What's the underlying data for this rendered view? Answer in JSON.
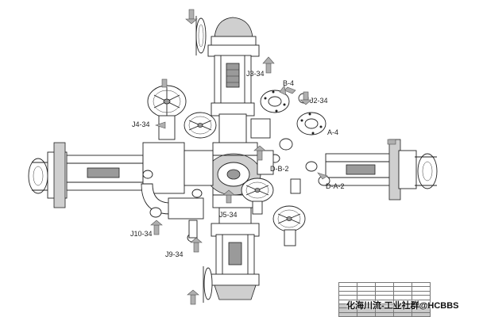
{
  "callouts": {
    "j3": "J3-34",
    "b4": "B-4",
    "j2": "J2-34",
    "a4": "A-4",
    "j4": "J4-34",
    "db2": "D-B-2",
    "da2": "D-A-2",
    "j5": "J5-34",
    "j10": "J10-34",
    "j9": "J9-34"
  },
  "watermark": "化海川流-工业社群@HCBBS",
  "table": {
    "rows": [
      [
        "",
        "",
        "",
        "",
        ""
      ],
      [
        "",
        "",
        "",
        "",
        ""
      ],
      [
        "",
        "",
        "",
        "",
        ""
      ],
      [
        "",
        "",
        "",
        "",
        ""
      ],
      [
        "",
        "",
        "",
        "",
        ""
      ],
      [
        "",
        "",
        "",
        "",
        ""
      ],
      [
        "",
        "",
        "",
        "",
        ""
      ],
      [
        "",
        "",
        "",
        "",
        ""
      ]
    ]
  },
  "colors": {
    "line": "#222222",
    "fill_grey": "#cfcfcf",
    "arrow": "#b0b0b0"
  }
}
